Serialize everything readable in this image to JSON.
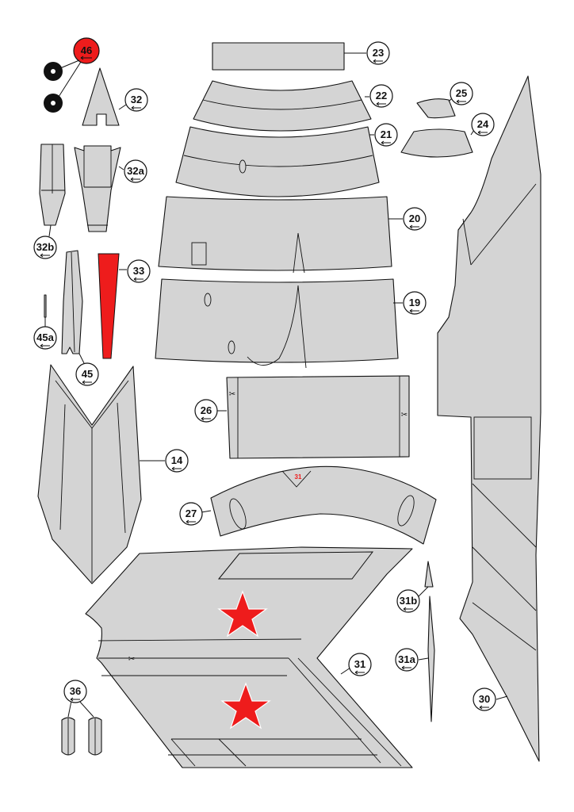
{
  "sheet": {
    "background": "#ffffff",
    "part_fill": "#d4d4d4",
    "accent_red": "#ee1c1c",
    "outline": "#111111"
  },
  "labels": {
    "p46": "46",
    "p32": "32",
    "p23": "23",
    "p22": "22",
    "p21": "21",
    "p25": "25",
    "p24": "24",
    "p32a": "32a",
    "p32b": "32b",
    "p20": "20",
    "p33": "33",
    "p19": "19",
    "p45a": "45a",
    "p45": "45",
    "p26": "26",
    "p14": "14",
    "p27": "27",
    "p31b": "31b",
    "p31a": "31a",
    "p31": "31",
    "p36": "36",
    "p30": "30"
  },
  "marks": {
    "tab_31": "31",
    "scissors": "✂"
  }
}
